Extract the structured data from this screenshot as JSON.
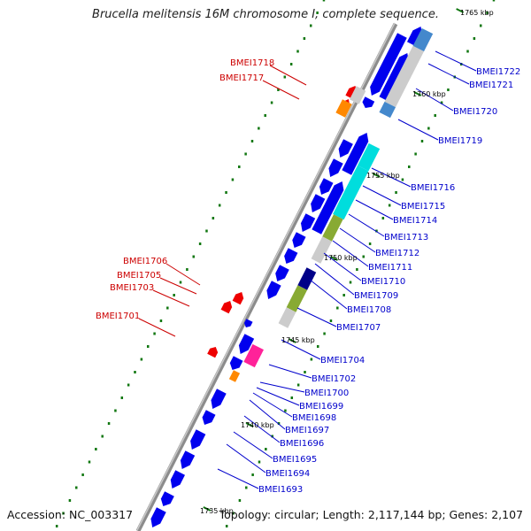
{
  "title": "Brucella melitensis 16M chromosome I, complete sequence.",
  "accession_label": "Accession: NC_003317",
  "topology_label": "Topology: circular; Length: 2,117,144 bp; Genes: 2,107",
  "colors": {
    "backbone": "#999999",
    "gene_blue": "#0000ee",
    "gene_red": "#ee0000",
    "label_blue": "#0000cc",
    "label_red": "#cc0000",
    "gc_dots": "#117711",
    "features": [
      "#cccccc",
      "#ff8800",
      "#ff2299",
      "#00dddd",
      "#88aa33",
      "#000088",
      "#4488cc"
    ]
  },
  "scale_labels": [
    "1765 kbp",
    "1760 kbp",
    "1755 kbp",
    "1750 kbp",
    "1745 kbp",
    "1740 kbp",
    "1735 kbp"
  ],
  "right_labels": [
    "BMEI1722",
    "BMEI1721",
    "BMEI1720",
    "BMEI1719",
    "BMEI1716",
    "BMEI1715",
    "BMEI1714",
    "BMEI1713",
    "BMEI1712",
    "BMEI1711",
    "BMEI1710",
    "BMEI1709",
    "BMEI1708",
    "BMEI1707",
    "BMEI1704",
    "BMEI1702",
    "BMEI1700",
    "BMEI1699",
    "BMEI1698",
    "BMEI1697",
    "BMEI1696",
    "BMEI1695",
    "BMEI1694",
    "BMEI1693"
  ],
  "left_labels": [
    "BMEI1718",
    "BMEI1717",
    "BMEI1706",
    "BMEI1705",
    "BMEI1703",
    "BMEI1701"
  ]
}
